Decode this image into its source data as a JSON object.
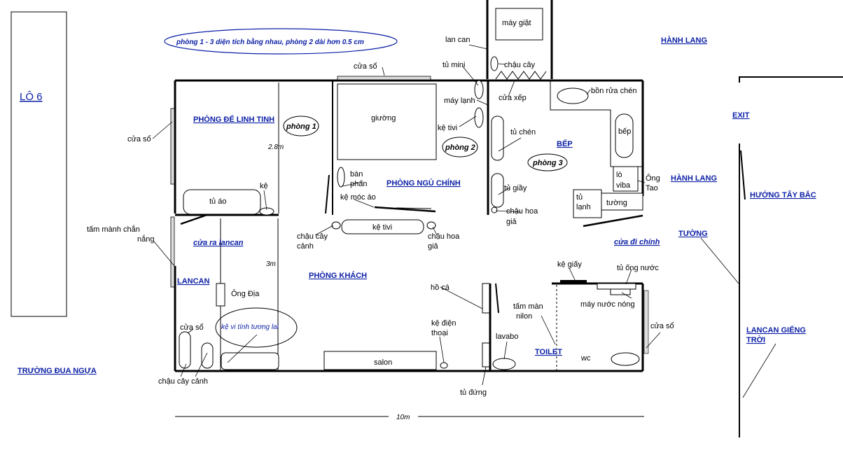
{
  "note": "phòng 1 - 3 diện tích bằng nhau, phòng 2 dài hơn 0.5 cm",
  "lot": "LÔ 6",
  "outside": {
    "hanh_lang_top": "HÀNH LANG",
    "hanh_lang_right": "HÀNH LANG",
    "exit": "EXIT",
    "huong": "HƯỚNG TÂY BẮC",
    "tuong": "TƯỜNG",
    "lancan_gieng_1": "LANCAN GIẾNG",
    "lancan_gieng_2": "TRỜI",
    "truong_dua_ngua": "TRƯỜNG ĐUA NGỰA"
  },
  "rooms": {
    "phong_de_linh_tinh": "PHÒNG ĐỂ LINH TINH",
    "phong_ngu_chinh": "PHÒNG NGỦ CHÍNH",
    "bep": "BẾP",
    "phong_khach": "PHÒNG KHÁCH",
    "lancan": "LANCAN",
    "toilet": "TOILET",
    "cua_ra_lancan": "cửa ra lancan",
    "cua_di_chinh": "cửa đi chính",
    "phong1": "phòng 1",
    "phong2": "phòng 2",
    "phong3": "phòng 3"
  },
  "labels": {
    "may_giat": "máy giặt",
    "lan_can": "lan can",
    "chau_cay_top": "chậu cây",
    "tu_mini": "tủ mini",
    "cua_so_top": "cửa sổ",
    "cua_xep": "cửa xếp",
    "bon_rua_chen": "bồn rửa chén",
    "may_lanh": "máy lạnh",
    "giuong": "giường",
    "ke_tivi_bed": "kệ tivi",
    "tu_chen": "tủ chén",
    "bep_stove": "bếp",
    "cua_so_left": "cửa sổ",
    "dim_28": "2.8m",
    "ban_phan_1": "bàn",
    "ban_phan_2": "phấn",
    "ke_moc_ao": "kệ móc áo",
    "tu_giay": "tủ giầy",
    "lo_viba_1": "lò",
    "lo_viba_2": "viba",
    "ong_tao_1": "Ông",
    "ong_tao_2": "Tao",
    "tu_lanh_1": "tủ",
    "tu_lanh_2": "lạnh",
    "tuong_kitchen": "tường",
    "ke": "kệ",
    "tu_ao": "tủ áo",
    "chau_hoa_gia_k1": "chậu hoa",
    "chau_hoa_gia_k2": "giả",
    "tam_mang_1": "tấm mành chắn",
    "tam_mang_2": "nắng",
    "chau_cay_canh_1": "chậu cây",
    "chau_cay_canh_2": "cảnh",
    "ke_tivi_living": "kệ tivi",
    "chau_hoa_gia_l1": "chậu hoa",
    "chau_hoa_gia_l2": "giả",
    "dim_3": "3m",
    "ke_giay": "kệ giấy",
    "tu_ong_nuoc": "tủ ống nước",
    "ho_ca": "hồ cá",
    "ong_dia": "Ông Địa",
    "tam_man_nilon_1": "tấm màn",
    "tam_man_nilon_2": "nilon",
    "may_nuoc_nong": "máy nước nóng",
    "cua_so_lancan": "cửa sổ",
    "ke_vi_tinh": "kệ vi tính tương lai",
    "ke_dien_thoai_1": "kệ điện",
    "ke_dien_thoai_2": "thoại",
    "lavabo": "lavabo",
    "cua_so_toilet": "cửa sổ",
    "wc": "wc",
    "salon": "salon",
    "chau_cay_canh_bottom": "chậu cây cảnh",
    "tu_dung": "tủ đứng",
    "dim_10": "10m"
  }
}
